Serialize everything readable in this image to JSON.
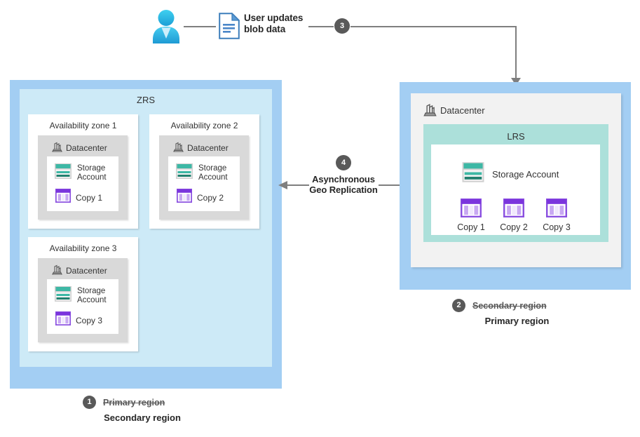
{
  "diagram": {
    "title": "Azure Storage redundancy failover diagram",
    "flow": {
      "user_icon": "user-icon",
      "document_icon": "document-icon",
      "step3_label": "User updates\nblob data",
      "step3_label_line1": "User updates",
      "step3_label_line2": "blob data",
      "step3_badge": "3"
    },
    "center": {
      "badge": "4",
      "label_line1": "Asynchronous",
      "label_line2": "Geo Replication"
    },
    "left_region": {
      "container_label": "ZRS",
      "caption_badge": "1",
      "caption_struck": "Primary region",
      "caption_current": "Secondary region",
      "zones": [
        {
          "title": "Availability zone 1",
          "datacenter_label": "Datacenter",
          "storage_label_line1": "Storage",
          "storage_label_line2": "Account",
          "copy_label": "Copy 1"
        },
        {
          "title": "Availability zone 2",
          "datacenter_label": "Datacenter",
          "storage_label_line1": "Storage",
          "storage_label_line2": "Account",
          "copy_label": "Copy 2"
        },
        {
          "title": "Availability zone 3",
          "datacenter_label": "Datacenter",
          "storage_label_line1": "Storage",
          "storage_label_line2": "Account",
          "copy_label": "Copy 3"
        }
      ]
    },
    "right_region": {
      "datacenter_label": "Datacenter",
      "container_label": "LRS",
      "storage_label": "Storage Account",
      "copies": [
        "Copy 1",
        "Copy 2",
        "Copy 3"
      ],
      "caption_badge": "2",
      "caption_struck": "Secondary region",
      "caption_current": "Primary region"
    },
    "colors": {
      "region_outer": "#a3cef3",
      "zrs_inner": "#cdeaf7",
      "lrs_inner": "#ace0da",
      "datacenter_gray": "#d9d9d9",
      "badge": "#595959",
      "storage_teal": "#3db8a5",
      "storage_teal_dark": "#2a8f7f",
      "copy_purple": "#8a4fe0",
      "user_blue": "#29b6e8",
      "doc_blue": "#4a86c8",
      "line_gray": "#7f7f7f"
    }
  }
}
